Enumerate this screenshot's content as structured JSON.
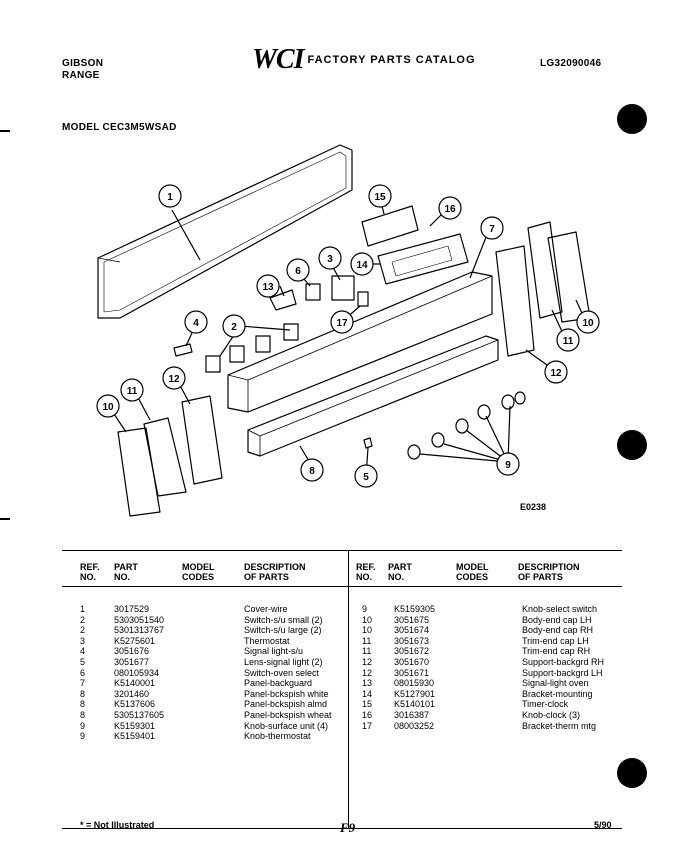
{
  "header": {
    "brand_line1": "GIBSON",
    "brand_line2": "RANGE",
    "logo": "WCI",
    "catalog_title": "FACTORY PARTS CATALOG",
    "catalog_number": "LG32090046",
    "model_label": "MODEL CEC3M5WSAD"
  },
  "diagram": {
    "code": "E0238",
    "callouts": [
      "1",
      "2",
      "3",
      "5",
      "6",
      "7",
      "8",
      "9",
      "10",
      "11",
      "12",
      "13",
      "14",
      "15",
      "16",
      "17"
    ]
  },
  "table_headers": {
    "ref": [
      "REF.",
      "NO."
    ],
    "part": [
      "PART",
      "NO."
    ],
    "model": [
      "MODEL",
      "CODES"
    ],
    "desc": [
      "DESCRIPTION",
      "OF PARTS"
    ]
  },
  "parts_left": [
    {
      "ref": "1",
      "part": "3017529",
      "codes": "",
      "desc": "Cover-wire"
    },
    {
      "ref": "2",
      "part": "5303051540",
      "codes": "",
      "desc": "Switch-s/u small (2)"
    },
    {
      "ref": "2",
      "part": "5301313767",
      "codes": "",
      "desc": "Switch-s/u large (2)"
    },
    {
      "ref": "3",
      "part": "K5275601",
      "codes": "",
      "desc": "Thermostat"
    },
    {
      "ref": "4",
      "part": "3051676",
      "codes": "",
      "desc": "Signal light-s/u"
    },
    {
      "ref": "5",
      "part": "3051677",
      "codes": "",
      "desc": "Lens-signal light (2)"
    },
    {
      "ref": "6",
      "part": "080105934",
      "codes": "",
      "desc": "Switch-oven select"
    },
    {
      "ref": "7",
      "part": "K5140001",
      "codes": "",
      "desc": "Panel-backguard"
    },
    {
      "ref": "8",
      "part": "3201460",
      "codes": "",
      "desc": "Panel-bckspish white"
    },
    {
      "ref": "8",
      "part": "K5137606",
      "codes": "",
      "desc": "Panel-bckspish almd"
    },
    {
      "ref": "8",
      "part": "5305137605",
      "codes": "",
      "desc": "Panel-bckspish wheat"
    },
    {
      "ref": "9",
      "part": "K5159301",
      "codes": "",
      "desc": "Knob-surface unit (4)"
    },
    {
      "ref": "9",
      "part": "K5159401",
      "codes": "",
      "desc": "Knob-thermostat"
    }
  ],
  "parts_right": [
    {
      "ref": "9",
      "part": "K5159305",
      "codes": "",
      "desc": "Knob-select switch"
    },
    {
      "ref": "10",
      "part": "3051675",
      "codes": "",
      "desc": "Body-end cap LH"
    },
    {
      "ref": "10",
      "part": "3051674",
      "codes": "",
      "desc": "Body-end cap RH"
    },
    {
      "ref": "11",
      "part": "3051673",
      "codes": "",
      "desc": "Trim-end cap LH"
    },
    {
      "ref": "11",
      "part": "3051672",
      "codes": "",
      "desc": "Trim-end cap RH"
    },
    {
      "ref": "12",
      "part": "3051670",
      "codes": "",
      "desc": "Support-backgrd RH"
    },
    {
      "ref": "12",
      "part": "3051671",
      "codes": "",
      "desc": "Support-backgrd LH"
    },
    {
      "ref": "13",
      "part": "08015930",
      "codes": "",
      "desc": "Signal-light oven"
    },
    {
      "ref": "14",
      "part": "K5127901",
      "codes": "",
      "desc": "Bracket-mounting"
    },
    {
      "ref": "15",
      "part": "K5140101",
      "codes": "",
      "desc": "Timer-clock"
    },
    {
      "ref": "16",
      "part": "3016387",
      "codes": "",
      "desc": "Knob-clock (3)"
    },
    {
      "ref": "17",
      "part": "08003252",
      "codes": "",
      "desc": "Bracket-therm mtg"
    }
  ],
  "footer": {
    "note": "* = Not Illustrated",
    "page": "F9",
    "date": "5/90"
  }
}
